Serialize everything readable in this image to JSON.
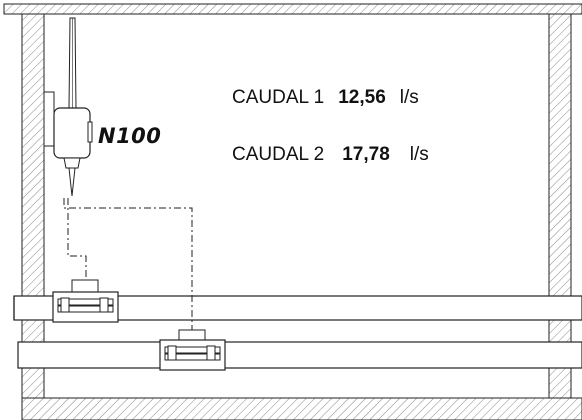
{
  "device": {
    "model": "N100"
  },
  "flows": [
    {
      "label": "CAUDAL 1",
      "value": "12,56",
      "unit": "l/s"
    },
    {
      "label": "CAUDAL 2",
      "value": "17,78",
      "unit": "l/s"
    }
  ],
  "colors": {
    "line": "#222222",
    "hatch": "#8a8a8a",
    "text": "#111111",
    "pipe_fill": "#ffffff"
  }
}
